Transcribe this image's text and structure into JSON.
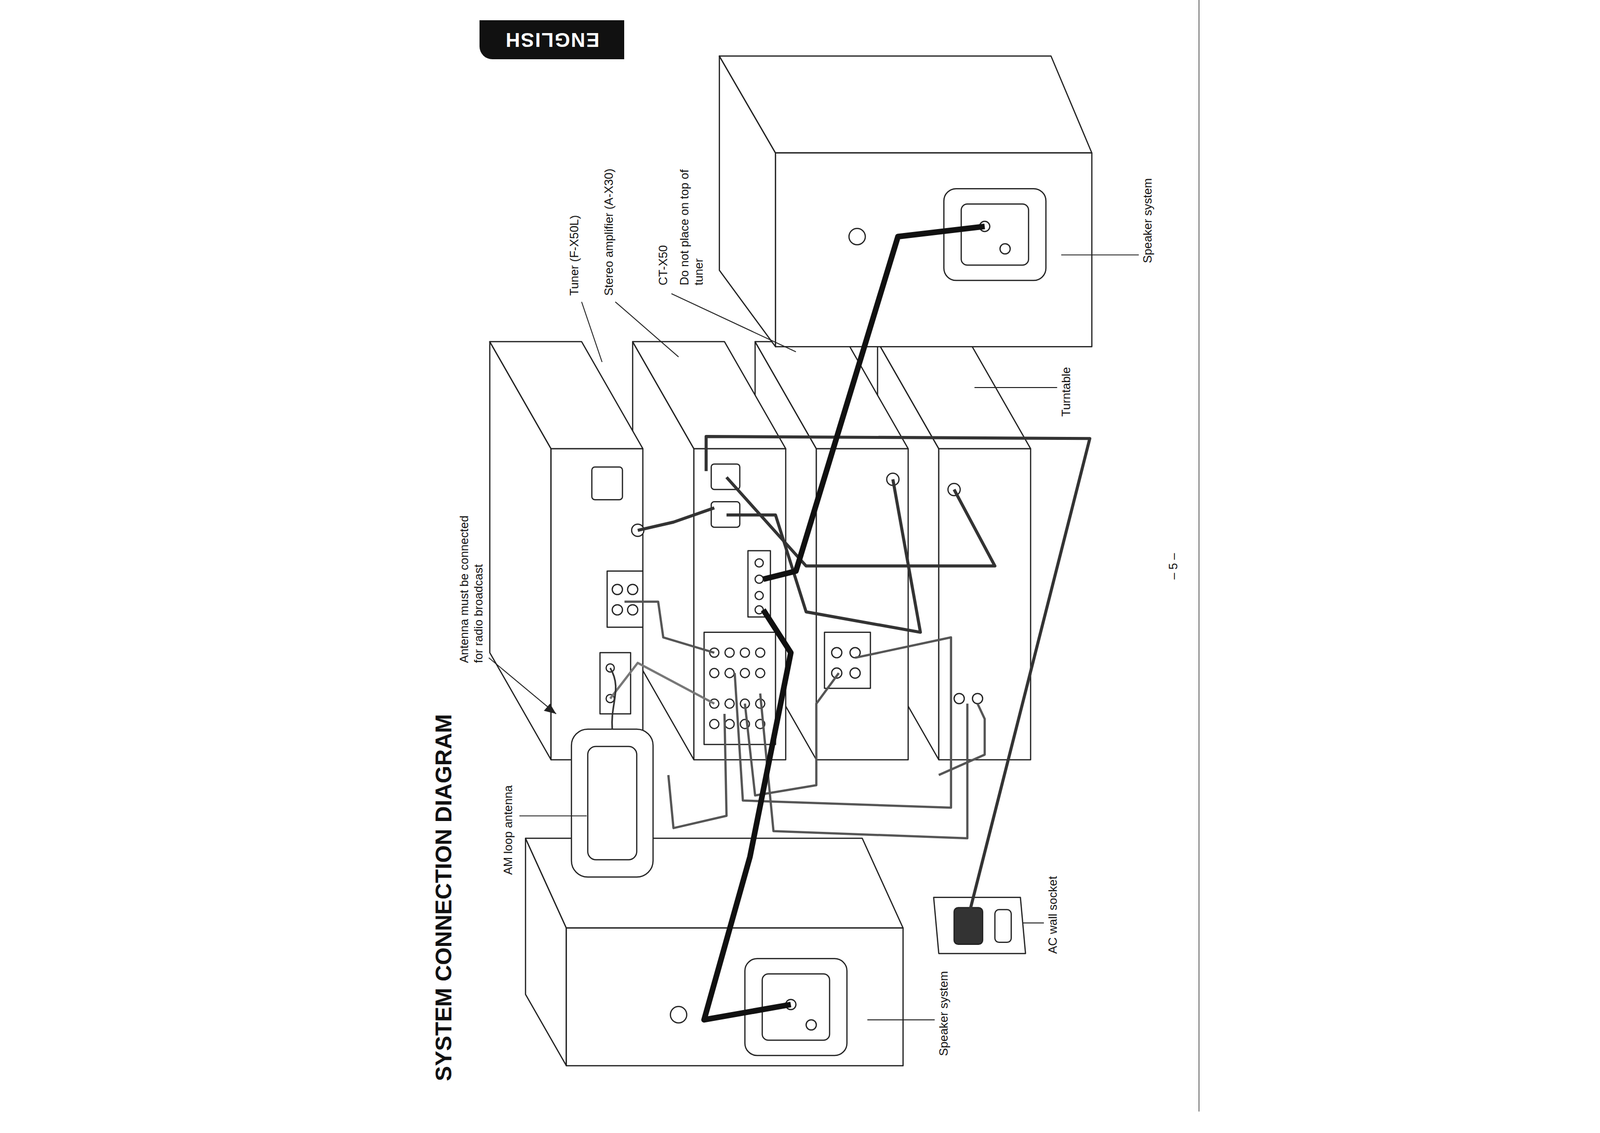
{
  "diagram": {
    "title": "SYSTEM CONNECTION DIAGRAM",
    "nodes": [
      {
        "text": [
          "ENGLISH"
        ]
      }
    ],
    "labels": [
      "AM loop antenna",
      "Antenna must be connected for radio broadcast",
      "Tuner (F-X50L)",
      "Stereo amplifier (A-X30)",
      "CT-X50",
      "Do not place on top of tuner",
      "Turntable",
      "Speaker system",
      "Speaker system",
      "AC wall socket",
      "– 5 –"
    ]
  }
}
